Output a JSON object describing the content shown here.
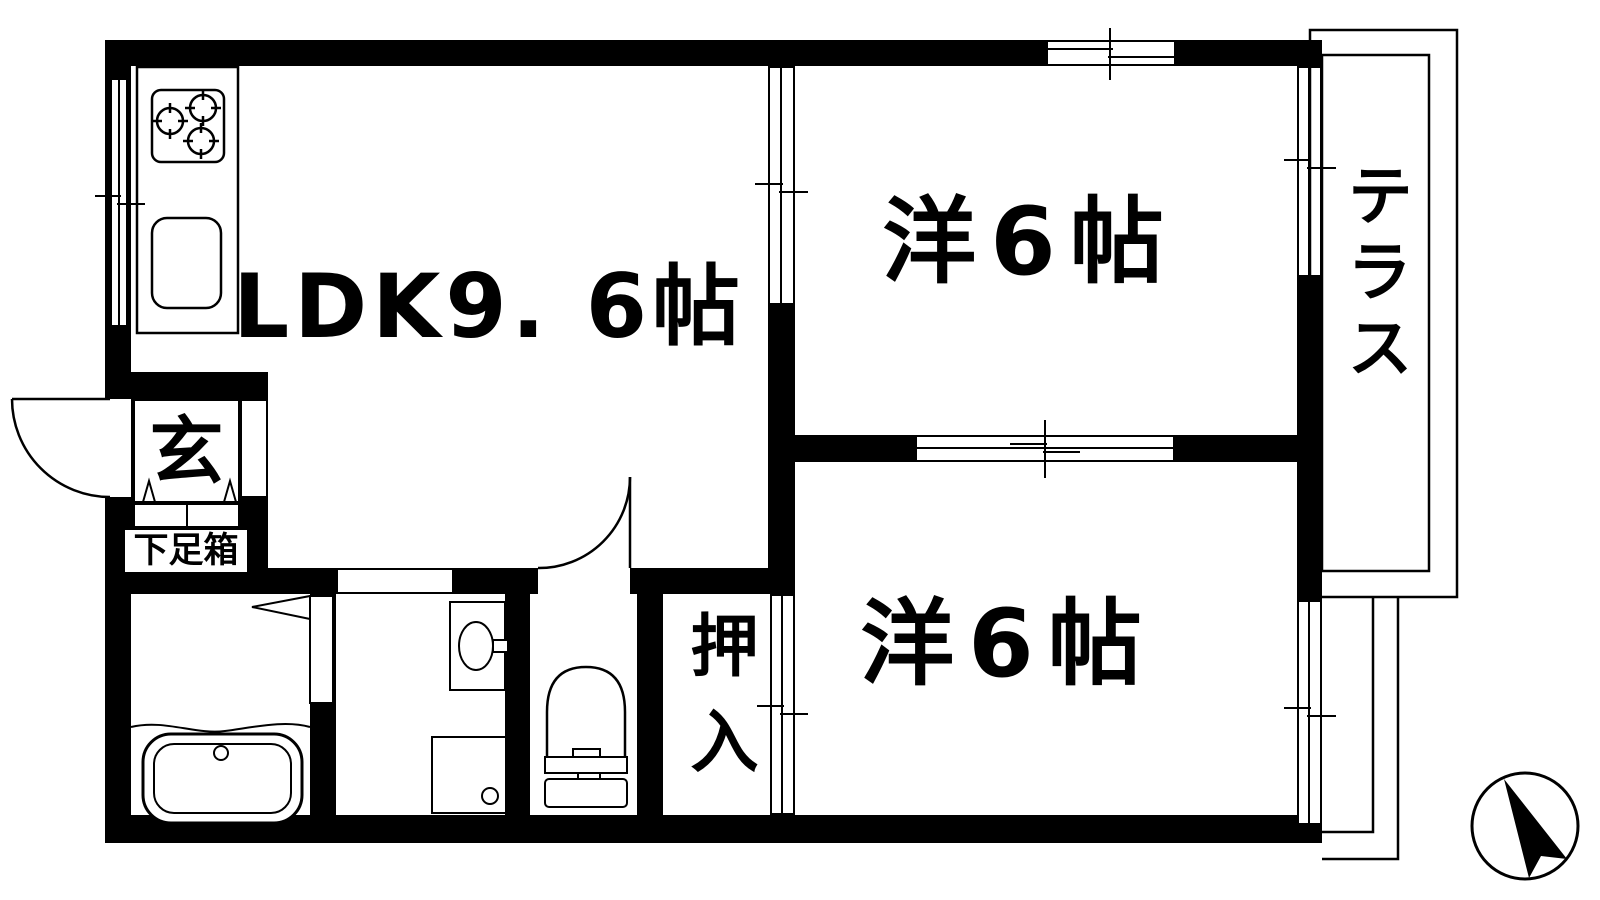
{
  "floorplan": {
    "title": "2DK apartment floor plan",
    "colors": {
      "wall": "#000000",
      "floor": "#ffffff",
      "line": "#000000"
    },
    "rooms": [
      {
        "id": "ldk",
        "label": "LDK9. 6帖"
      },
      {
        "id": "bedroom-top",
        "label": "洋6帖"
      },
      {
        "id": "bedroom-bottom",
        "label": "洋6帖"
      },
      {
        "id": "terrace",
        "label": "テラス"
      },
      {
        "id": "genkan",
        "label": "玄"
      },
      {
        "id": "shoebox",
        "label": "下足箱"
      },
      {
        "id": "oshiire",
        "label": "押入"
      }
    ],
    "fixtures": [
      "stove-3-burner",
      "kitchen-sink",
      "bathtub",
      "bath-folding-door",
      "washbasin",
      "washing-machine",
      "toilet",
      "entry-door-swing",
      "toilet-door-swing",
      "sliding-windows",
      "oshiire-fusuma"
    ],
    "compass": {
      "type": "north-arrow",
      "position": "bottom-right"
    }
  }
}
